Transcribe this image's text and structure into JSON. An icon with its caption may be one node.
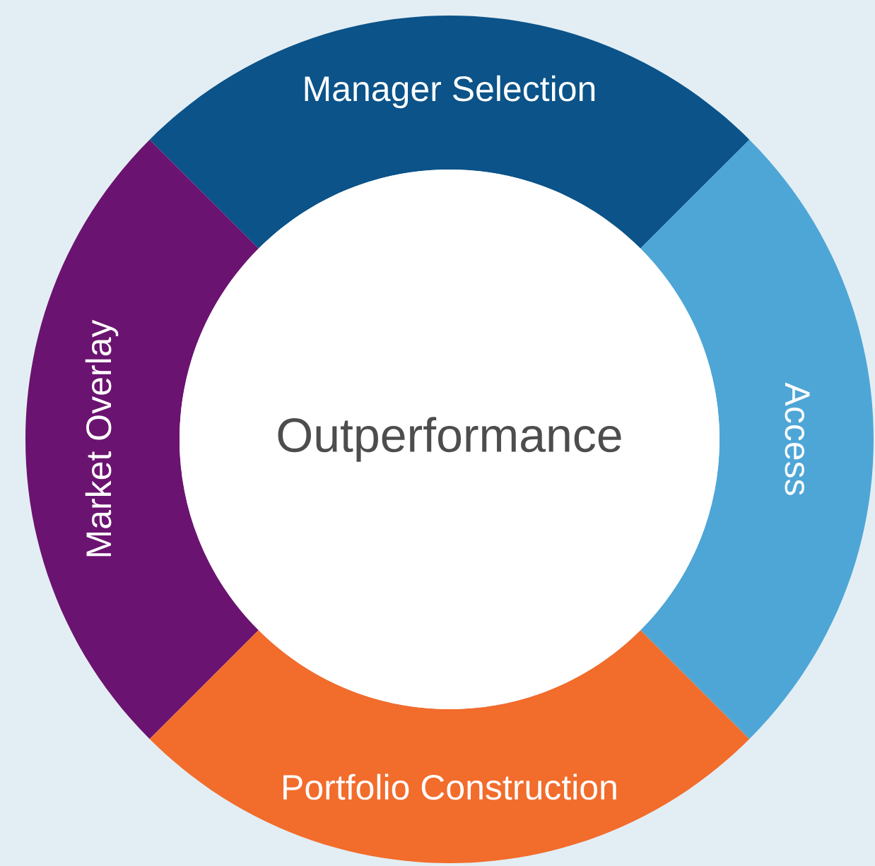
{
  "diagram": {
    "nodes": [
      {
        "text": [
          "Manager Selection"
        ]
      },
      {
        "text": [
          "Market Overlay"
        ]
      },
      {
        "text": [
          "Access"
        ]
      },
      {
        "text": [
          "Portfolio Construction"
        ]
      },
      {
        "text": [
          "Outperformance"
        ]
      }
    ]
  }
}
